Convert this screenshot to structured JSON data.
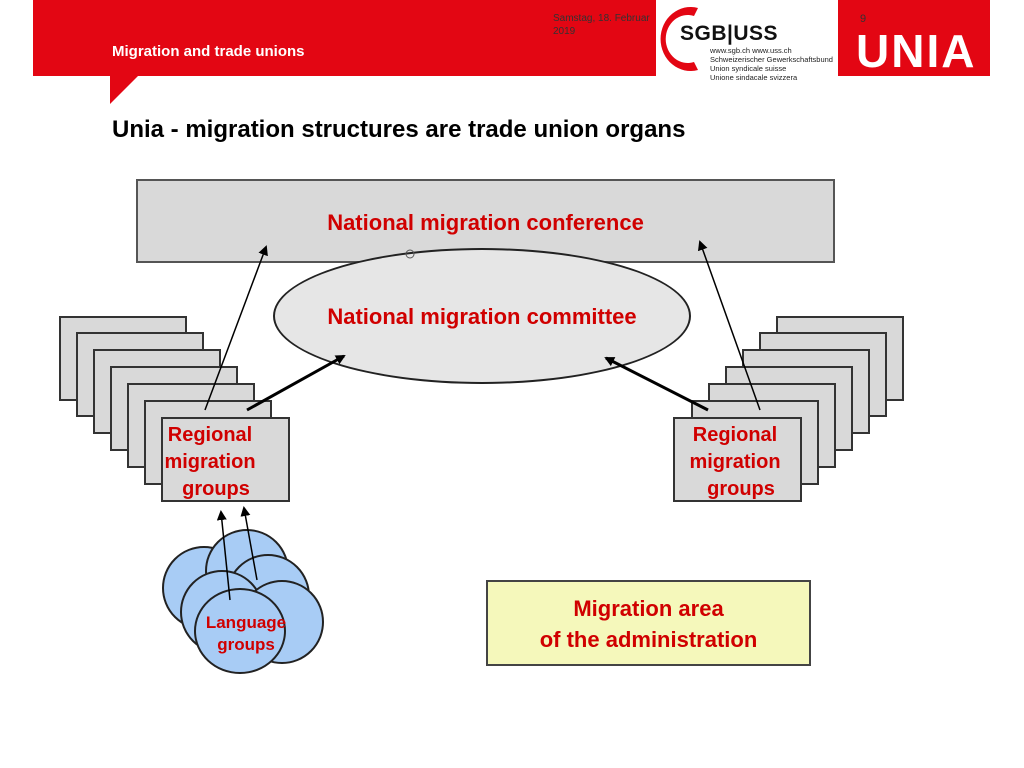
{
  "header": {
    "subtitle": "Migration and trade unions",
    "date": "Samstag, 18. Februar 2019",
    "page_number": "9"
  },
  "logos": {
    "sgb_title": "SGB|USS",
    "sgb_lines": [
      "www.sgb.ch  www.uss.ch",
      "Schweizerischer Gewerkschaftsbund",
      "Union syndicale suisse",
      "Unione sindacale svizzera"
    ],
    "unia": "UNIA"
  },
  "title": "Unia - migration structures are trade union organs",
  "diagram": {
    "conference": "National migration conference",
    "committee": "National migration committee",
    "regional_left": [
      "Regional",
      "migration",
      "groups"
    ],
    "regional_right": [
      "Regional",
      "migration",
      "groups"
    ],
    "language": [
      "Language",
      "groups"
    ],
    "admin": [
      "Migration area",
      "of the administration"
    ]
  },
  "colors": {
    "brand_red": "#e30613",
    "label_red": "#d00000",
    "box_gray": "#d9d9d9",
    "circle_blue": "#a8ccf5",
    "admin_yellow": "#f5f8bb"
  }
}
